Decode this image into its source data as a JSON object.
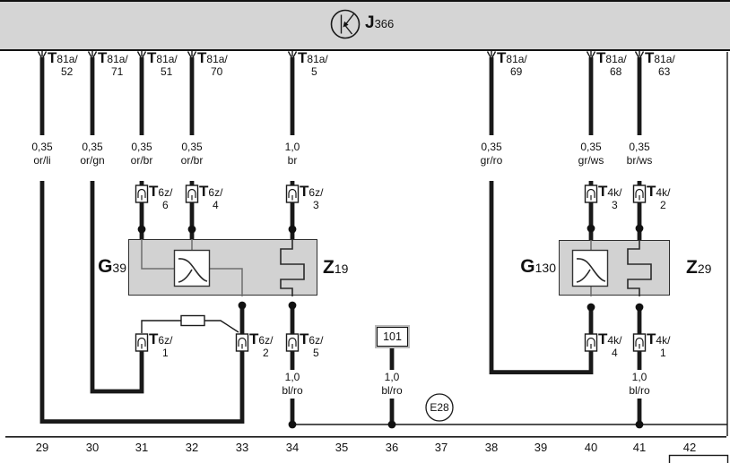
{
  "control_unit": {
    "code_main": "J",
    "code_sub": "366"
  },
  "top_terminals": [
    {
      "t": "T",
      "conn": "81a/",
      "pin": "52"
    },
    {
      "t": "T",
      "conn": "81a/",
      "pin": "71"
    },
    {
      "t": "T",
      "conn": "81a/",
      "pin": "51"
    },
    {
      "t": "T",
      "conn": "81a/",
      "pin": "70"
    },
    {
      "t": "T",
      "conn": "81a/",
      "pin": "5"
    },
    {
      "t": "T",
      "conn": "81a/",
      "pin": "69"
    },
    {
      "t": "T",
      "conn": "81a/",
      "pin": "68"
    },
    {
      "t": "T",
      "conn": "81a/",
      "pin": "63"
    }
  ],
  "wire_gauges": [
    {
      "size": "0,35",
      "color": "or/li"
    },
    {
      "size": "0,35",
      "color": "or/gn"
    },
    {
      "size": "0,35",
      "color": "or/br"
    },
    {
      "size": "0,35",
      "color": "or/br"
    },
    {
      "size": "1,0",
      "color": "br"
    },
    {
      "size": "0,35",
      "color": "gr/ro"
    },
    {
      "size": "0,35",
      "color": "gr/ws"
    },
    {
      "size": "0,35",
      "color": "br/ws"
    }
  ],
  "inline_connectors": [
    {
      "t": "T",
      "conn": "6z/",
      "pin": "6"
    },
    {
      "t": "T",
      "conn": "6z/",
      "pin": "4"
    },
    {
      "t": "T",
      "conn": "6z/",
      "pin": "3"
    },
    {
      "t": "T",
      "conn": "4k/",
      "pin": "3"
    },
    {
      "t": "T",
      "conn": "4k/",
      "pin": "2"
    }
  ],
  "lower_connectors": [
    {
      "t": "T",
      "conn": "6z/",
      "pin": "1"
    },
    {
      "t": "T",
      "conn": "6z/",
      "pin": "2"
    },
    {
      "t": "T",
      "conn": "6z/",
      "pin": "5"
    },
    {
      "t": "T",
      "conn": "4k/",
      "pin": "4"
    },
    {
      "t": "T",
      "conn": "4k/",
      "pin": "1"
    }
  ],
  "supply_wires": [
    {
      "size": "1,0",
      "color": "bl/ro"
    },
    {
      "size": "1,0",
      "color": "bl/ro"
    },
    {
      "size": "1,0",
      "color": "bl/ro"
    }
  ],
  "components": {
    "g39": {
      "main": "G",
      "sub": "39"
    },
    "z19": {
      "main": "Z",
      "sub": "19"
    },
    "g130": {
      "main": "G",
      "sub": "130"
    },
    "z29": {
      "main": "Z",
      "sub": "29"
    }
  },
  "junction": {
    "label": "101"
  },
  "ground_designation": {
    "label": "E28"
  },
  "tracks": [
    "29",
    "30",
    "31",
    "32",
    "33",
    "34",
    "35",
    "36",
    "37",
    "38",
    "39",
    "40",
    "41",
    "42"
  ]
}
